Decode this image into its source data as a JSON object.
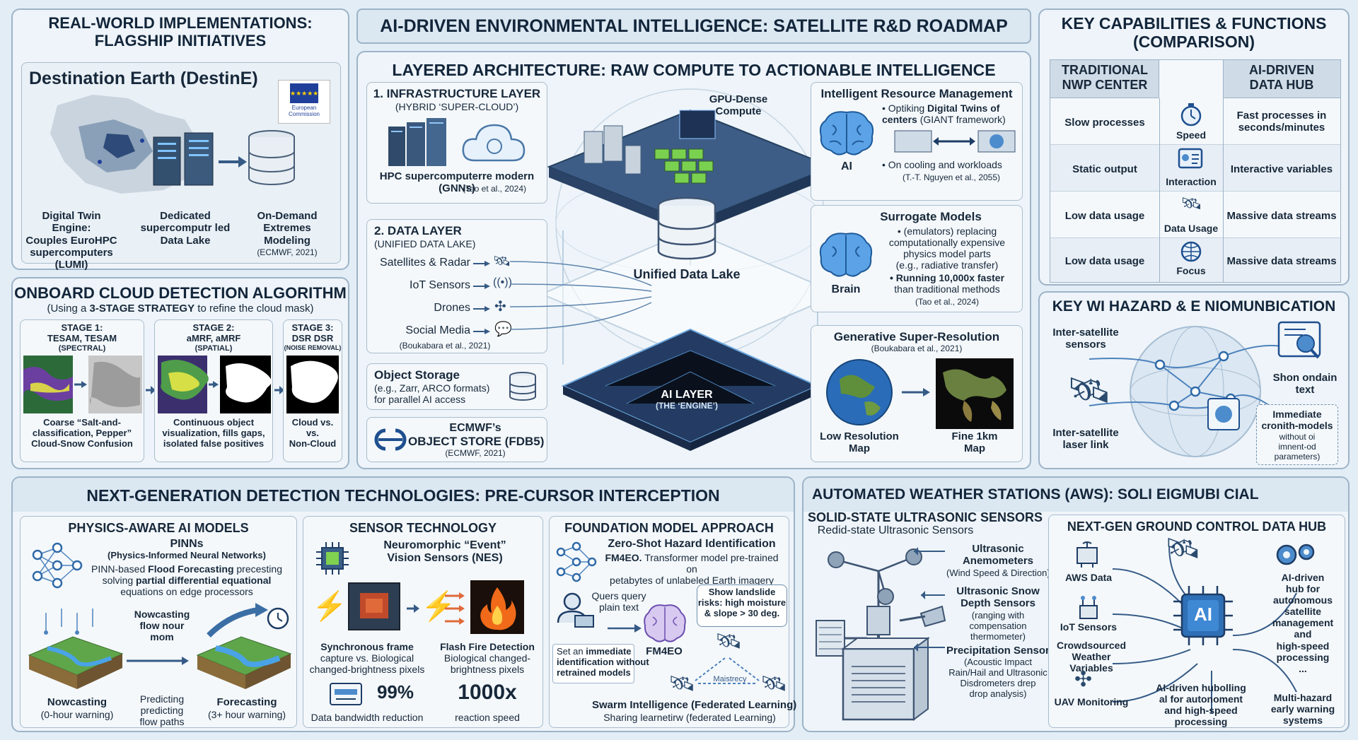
{
  "main_title": "AI-DRIVEN ENVIRONMENTAL INTELLIGENCE: SATELLITE R&D ROADMAP",
  "flagship": {
    "title": "REAL-WORLD IMPLEMENTATIONS:\nFLAGSHIP INITIATIVES",
    "destine": "Destination Earth (DestinE)",
    "ec": "European\nCommission",
    "engine": "Digital Twin Engine:\nCouples EuroHPC\nsupercomputers\n(LUMI)",
    "dedicated": "Dedicated\nsupercomputr led\nData Lake",
    "ondemand": "On-Demand\nExtremes\nModeling",
    "ref": "(ECMWF, 2021)"
  },
  "cloud": {
    "title": "ONBOARD CLOUD DETECTION ALGORITHM",
    "sub_pre": "(Using a ",
    "sub_b": "3-STAGE STRATEGY",
    "sub_post": " to refine the cloud mask)",
    "stages": [
      {
        "h": "STAGE 1:\nTESAM, TESAM",
        "s": "(SPECTRAL)",
        "cap": "Coarse      “Salt-and-\nclassification,  Pepper”\nCloud-Snow Confusion"
      },
      {
        "h": "STAGE 2:\naMRF, aMRF",
        "s": "(SPATIAL)",
        "cap": "Continuous object\nvisualization, fills gaps,\nisolated false positives"
      },
      {
        "h": "STAGE 3:\nDSR DSR",
        "s": "(NOISE REMOVAL)",
        "cap": "Cloud vs.\nvs.\nNon-Cloud"
      }
    ]
  },
  "arch": {
    "title": "LAYERED ARCHITECTURE: RAW COMPUTE TO ACTIONABLE INTELLIGENCE",
    "infra_t": "1. INFRASTRUCTURE LAYER",
    "infra_s": "(HYBRID ‘SUPER-CLOUD’)",
    "infra_c": "HPC supercomputerre modern\n(GNNs)",
    "infra_ref": "(Tao et al., 2024)",
    "gpu": "GPU-Dense\nCompute",
    "data_t": "2. DATA LAYER",
    "data_s": "(UNIFIED DATA LAKE)",
    "sources": [
      "Satellites & Radar",
      "IoT Sensors",
      "Drones",
      "Social Media"
    ],
    "data_ref": "(Boukabara et al., 2021)",
    "obj_t": "Object Storage",
    "obj_s": "(e.g., Zarr, ARCO formats)\nfor parallel AI access",
    "ecmwf1": "ECMWF’s",
    "ecmwf2": "OBJECT STORE (FDB5)",
    "ecmwf_ref": "(ECMWF, 2021)",
    "lake": "Unified Data Lake",
    "ai1": "AI LAYER",
    "ai2": "(THE ‘ENGINE’)",
    "irm_t": "Intelligent Resource Management",
    "irm_1a": "• Optiking ",
    "irm_1b": "Digital Twins of\ncenters",
    "irm_1c": " (GIANT framework)",
    "irm_2": "• On cooling and workloads",
    "irm_ref": "(T.-T. Nguyen et al., 2055)",
    "irm_ai": "AI",
    "sur_t": "Surrogate Models",
    "sur_1": "• (emulators) replacing\ncomputationally expensive\nphysics model parts\n(e.g., radiative transfer)",
    "sur_2": "• Running 10,000x faster",
    "sur_3": "than traditional methods",
    "sur_ref": "(Tao et al., 2024)",
    "sur_brain": "Brain",
    "gen_t": "Generative Super-Resolution",
    "gen_ref": "(Boukabara et al., 2021)",
    "gen_low": "Low Resolution\nMap",
    "gen_fine": "Fine 1km\nMap"
  },
  "caps": {
    "title": "KEY CAPABILITIES & FUNCTIONS\n(COMPARISON)",
    "col1": "TRADITIONAL\nNWP CENTER",
    "col2": "AI-DRIVEN\nDATA HUB",
    "rows": [
      {
        "a": "Slow processes",
        "icon": "Speed",
        "b": "Fast processes in\nseconds/minutes"
      },
      {
        "a": "Static output",
        "icon": "Interaction",
        "b": "Interactive variables"
      },
      {
        "a": "Low data usage",
        "icon": "Data Usage",
        "b": "Massive data streams"
      },
      {
        "a": "Low data usage",
        "icon": "Focus",
        "b": "Massive data streams"
      }
    ]
  },
  "hazard": {
    "title": "KEY WI HAZARD & E NIOMUNBICATION",
    "l1": "Inter-satellite\nsensors",
    "l2": "Inter-satellite\nlaser link",
    "r1": "Shon ondain\ntext",
    "r2": "Immediate\ncronith-models",
    "r3": "without oi\nimnent-od\nparameters)"
  },
  "nextgen": {
    "title": "NEXT-GENERATION DETECTION TECHNOLOGIES: PRE-CURSOR INTERCEPTION",
    "phys_t": "PHYSICS-AWARE AI MODELS",
    "phys_s": "PINNs",
    "phys_s2": "(Physics-Informed Neural Networks)",
    "phys_d_pre": "PINN-based ",
    "phys_d_b1": "Flood Forecasting",
    "phys_d_mid": " precesting\nsolving ",
    "phys_d_b2": "partial differential equational",
    "phys_d_post": "\nequations on edge processors",
    "now1": "Nowcasting\nflow nour\nmom",
    "now_b": "Nowcasting",
    "now_s": "(0-hour warning)",
    "pred": "Predicting\npredicting\nflow paths",
    "fore_b": "Forecasting",
    "fore_s": "(3+ hour warning)",
    "sens_t": "SENSOR TECHNOLOGY",
    "sens_s": "Neuromorphic “Event”\nVision Sensors (NES)",
    "sync_b": "Synchronous frame",
    "sync_s": "capture vs. Biological\nchanged-brightness pixels",
    "flash_b": "Flash Fire Detection",
    "flash_s": "Biological changed-\nbrightness pixels",
    "stat1": "99%",
    "stat1_l": "Data bandwidth reduction",
    "stat2": "1000x",
    "stat2_l": "reaction speed",
    "found_t": "FOUNDATION MODEL APPROACH",
    "found_s": "Zero-Shot Hazard Identification",
    "found_d_b": "FM4EO.",
    "found_d": " Transformer model pre-trained on\npetabytes of unlabeled Earth imagery",
    "query": "Quers query\nplain text",
    "bubble": "Show landslide\nrisks: high moisture\n& slope > 30 deg.",
    "fm4eo": "FM4EO",
    "imm_pre": "Set an ",
    "imm_b": "immediate\nidentification without\nretrained models",
    "maist": "Maistrecy",
    "swarm_b": "Swarm Intelligence (Federated Learning)",
    "swarm_s": "Sharing learnetirw (federated Learning)"
  },
  "aws": {
    "title": "AUTOMATED WEATHER STATIONS (AWS): SOLI EIGMUBI CIAL",
    "sub_b": "SOLID-STATE ULTRASONIC SENSORS",
    "sub": "Redid-state Ultrasonic Sensors",
    "u1_b": "Ultrasonic\nAnemometers",
    "u1": "(Wind Speed & Direction)",
    "u2_b": "Ultrasonic Snow\nDepth Sensors",
    "u2": "(ranging with\ncompensation\nthermometer)",
    "u3_b": "Precipitation Sensors",
    "u3": "(Acoustic Impact\nRain/Hail and Ultrasonic\nDisdrometers drep\ndrop analysis)"
  },
  "hub": {
    "title": "NEXT-GEN GROUND CONTROL DATA HUB",
    "aws": "AWS Data",
    "iot": "IoT Sensors",
    "crowd": "Crowdsourced\nWeather Variables",
    "uav": "UAV Monitoring",
    "ai": "AI",
    "center": "AI-driven hubolling\nal for autonoment\nand high-speed\nprocessing",
    "r1": "AI-driven\nhub for\nautonomous\nsatellite\nmanagement\nand\nhigh-speed\nprocessing\n...",
    "r2": "Multi-hazard\nearly warning\nsystems"
  }
}
